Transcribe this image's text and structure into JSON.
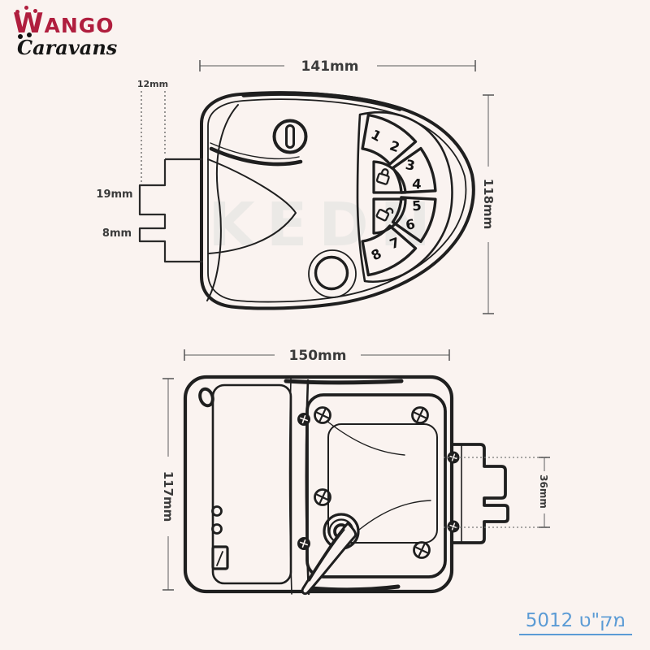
{
  "logo": {
    "brand_top": "WANGO",
    "brand_bottom": "Caravans"
  },
  "watermark": "KEDN",
  "front_view": {
    "name": "front view of caravan lock with keypad",
    "dims": {
      "width": "141mm",
      "height": "118mm",
      "tab_top": "12mm",
      "tab_middle": "19mm",
      "tab_bottom": "8mm"
    },
    "keypad": {
      "keys": [
        "1",
        "2",
        "3",
        "4",
        "5",
        "6",
        "7",
        "8"
      ],
      "lock_icon": "closed-padlock",
      "unlock_icon": "open-padlock"
    }
  },
  "back_view": {
    "name": "rear view of lock mechanism with latch lever",
    "dims": {
      "width": "150mm",
      "height": "117mm",
      "bracket_height": "36mm"
    }
  },
  "footer": {
    "sku": "מק\"ט 5012"
  },
  "colors": {
    "background": "#faf3f0",
    "line": "#1f1f1f",
    "brand_red": "#b01e3e",
    "sku_blue": "#5b9bd5"
  }
}
